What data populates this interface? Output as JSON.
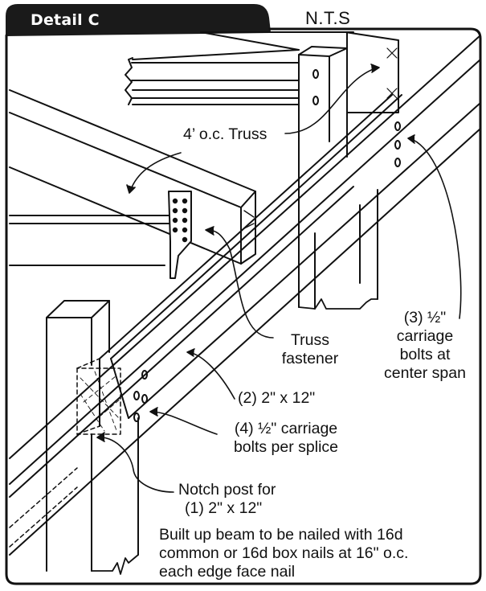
{
  "detail_title": "Detail C",
  "scale_note": "N.T.S",
  "callouts": {
    "truss_spacing": "4’ o.c. Truss",
    "truss_fastener_line1": "Truss",
    "truss_fastener_line2": "fastener",
    "center_bolts_line1": "(3) ½\"",
    "center_bolts_line2": "carriage",
    "center_bolts_line3": "bolts at",
    "center_bolts_line4": "center span",
    "beam_size": "(2) 2\" x 12\"",
    "splice_bolts_line1": "(4) ½\" carriage",
    "splice_bolts_line2": "bolts per splice",
    "notch_line1": "Notch post for",
    "notch_line2": "(1) 2\" x 12\"",
    "nailing_line1": "Built up beam to be nailed with 16d",
    "nailing_line2": "common or 16d box nails at 16\" o.c.",
    "nailing_line3": "each edge face nail"
  },
  "colors": {
    "ink": "#111111",
    "paper": "#ffffff",
    "tab": "#1a1a1a"
  }
}
